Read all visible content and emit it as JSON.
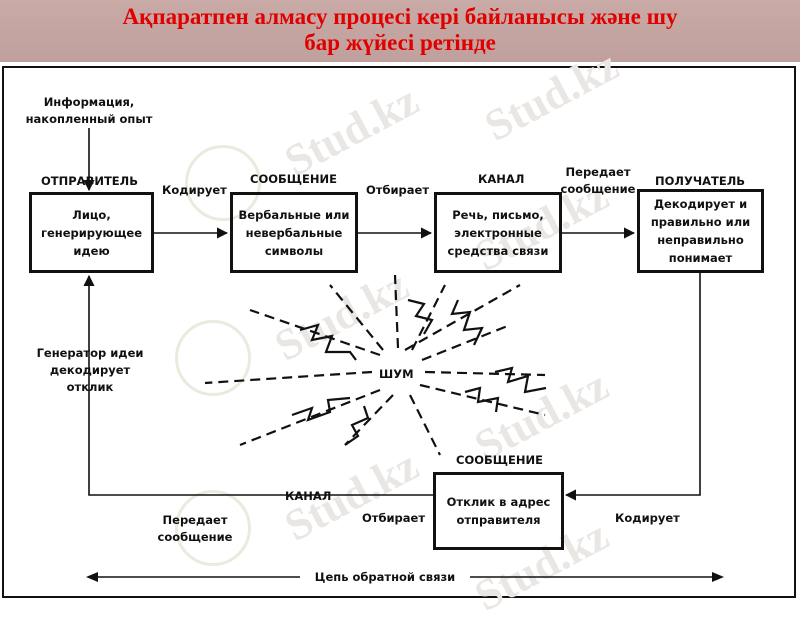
{
  "title": {
    "line1": "Ақпаратпен алмасу процесі кері байланысы және шу",
    "line2": "бар жүйесі ретінде"
  },
  "watermark": "Stud.kz",
  "diagram": {
    "info_source": [
      "Информация,",
      "накопленный опыт"
    ],
    "sender_heading": "ОТПРАВИТЕЛЬ",
    "message_heading": "СООБЩЕНИЕ",
    "channel_heading": "КАНАЛ",
    "receiver_heading": "ПОЛУЧАТЕЛЬ",
    "sender_box": [
      "Лицо,",
      "генерирующее",
      "идею"
    ],
    "message_box": [
      "Вербальные или",
      "невербальные",
      "символы"
    ],
    "channel_box": [
      "Речь, письмо,",
      "электронные",
      "средства связи"
    ],
    "receiver_box": [
      "Декодирует и",
      "правильно или",
      "неправильно",
      "понимает"
    ],
    "encodes": "Кодирует",
    "selects": "Отбирает",
    "transmits": [
      "Передает",
      "сообщение"
    ],
    "noise": "ШУМ",
    "feedback_message_heading": "СООБЩЕНИЕ",
    "feedback_box": [
      "Отклик в адрес",
      "отправителя"
    ],
    "feedback_encodes": "Кодирует",
    "feedback_selects": "Отбирает",
    "feedback_channel": "КАНАЛ",
    "feedback_transmits": [
      "Передает",
      "сообщение"
    ],
    "idea_generator": [
      "Генератор идеи",
      "декодирует",
      "отклик"
    ],
    "feedback_chain": "Цепь обратной связи"
  }
}
